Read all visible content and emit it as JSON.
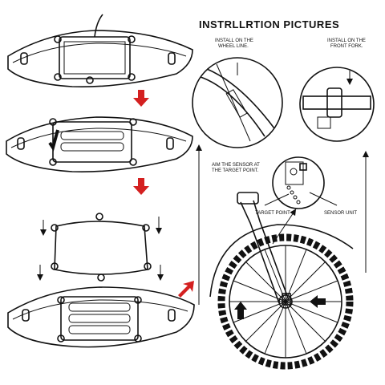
{
  "title": "INSTRLLRTION PICTURES",
  "labels": {
    "wheel_line": [
      "INSTALL ON THE",
      "WHEEL LINE."
    ],
    "front_fork": [
      "INSTALL ON THE",
      "FRONT FORK."
    ],
    "aim": [
      "AIM THE SENSOR AT",
      "THE TARGET POINT."
    ],
    "target_point": "TARGET POINT",
    "sensor_unit": "SENSOR UNIT"
  },
  "colors": {
    "arrow_red": "#d42020",
    "ink": "#111111"
  },
  "icons": [
    "down-arrow-icon",
    "right-arrow-icon"
  ]
}
